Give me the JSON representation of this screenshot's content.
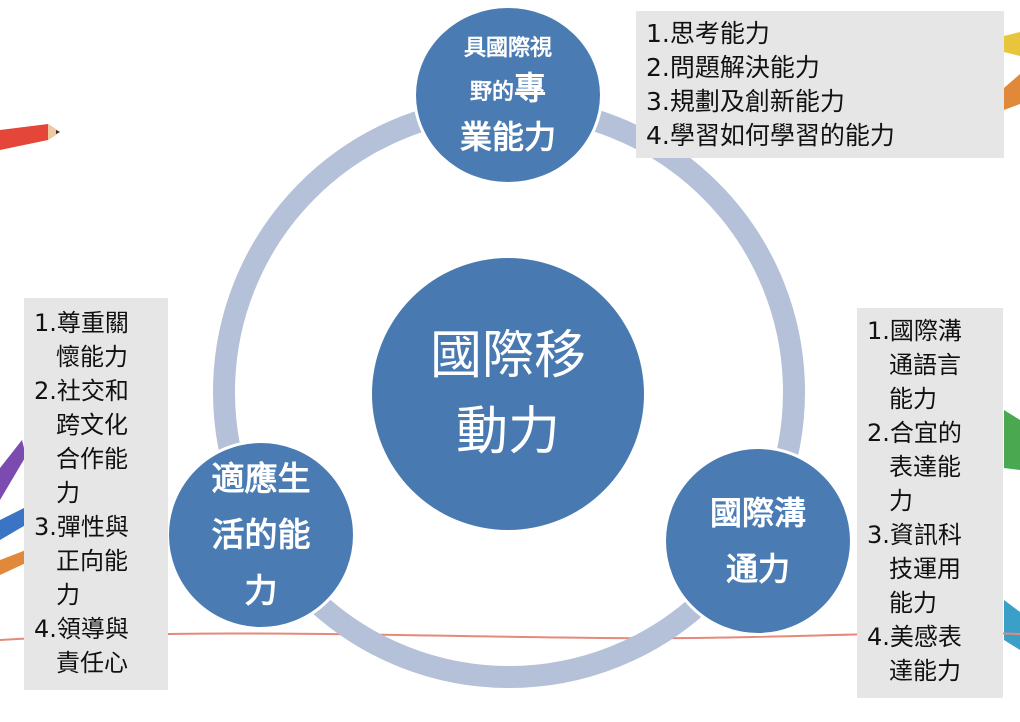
{
  "diagram": {
    "center": {
      "lines": [
        "國際移",
        "動力"
      ]
    },
    "nodes": {
      "top": {
        "line1": "具國際視",
        "line2_small": "野的",
        "line2_big": "專",
        "line3": "業能力"
      },
      "left": {
        "lines": [
          "適應生",
          "活的能",
          "力"
        ]
      },
      "right": {
        "lines": [
          "國際溝",
          "通力"
        ]
      }
    },
    "boxes": {
      "top": {
        "lines": [
          "1.思考能力",
          "2.問題解決能力",
          "3.規劃及創新能力",
          "4.學習如何學習的能力"
        ]
      },
      "left": {
        "lines": [
          "1.尊重關",
          "懷能力",
          "2.社交和",
          "跨文化",
          "合作能",
          "力",
          "3.彈性與",
          "正向能",
          "力",
          "4.領導與",
          "責任心"
        ]
      },
      "right": {
        "lines": [
          "1.國際溝",
          "通語言",
          "能力",
          "2.合宜的",
          "表達能",
          "力",
          "3.資訊科",
          "技運用",
          "能力",
          "4.美感表",
          "達能力"
        ]
      }
    }
  },
  "colors": {
    "node_fill": "#4a7bb3",
    "ring": "#b4c1d9",
    "box_fill": "#e6e6e6"
  }
}
